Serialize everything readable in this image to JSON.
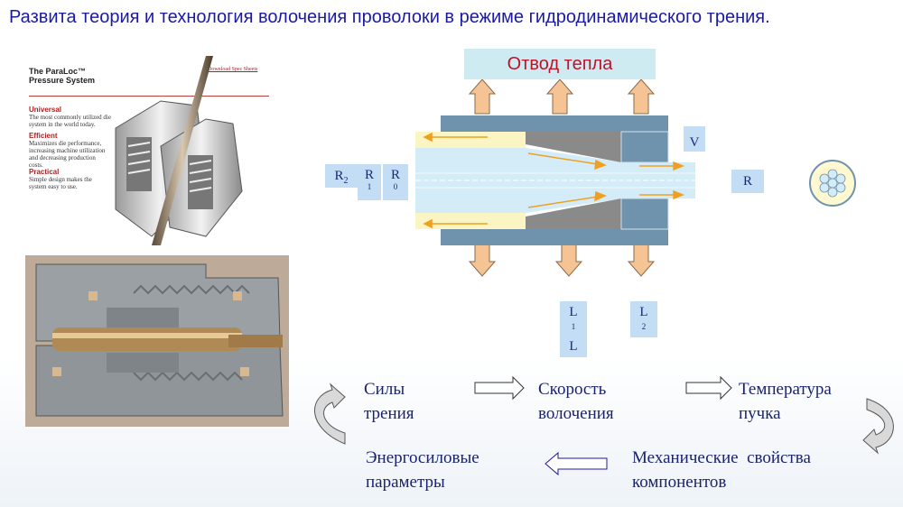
{
  "title": "Развита теория и технология волочения проволоки в режиме гидродинамического трения.",
  "heat_label": "Отвод тепла",
  "brochure": {
    "title_line1": "The ParaLoc™",
    "title_line2": "Pressure System",
    "link": "Download Spec Sheets",
    "sections": [
      {
        "heading": "Universal",
        "text": "The most commonly utilized die system in the world today."
      },
      {
        "heading": "Efficient",
        "text": "Maximizes die performance, increasing machine utilization and decreasing production costs."
      },
      {
        "heading": "Practical",
        "text": "Simple design makes the system easy to use."
      }
    ]
  },
  "labels": {
    "r2_main": "R",
    "r2_sub": "2",
    "r1_main": "R",
    "r1_sub": "1",
    "r0_main": "R",
    "r0_sub": "0",
    "v": "V",
    "r": "R",
    "l1_main": "L",
    "l1_sub": "1",
    "l": "L",
    "l2_main": "L",
    "l2_sub": "2"
  },
  "cycle": {
    "friction_1": "Силы",
    "friction_2": "трения",
    "speed_1": "Скорость",
    "speed_2": "волочения",
    "temp_1": "Температура",
    "temp_2": "пучка",
    "mech_1": "Механические  свойства",
    "mech_2": "компонентов",
    "energy_1": "Энергосиловые",
    "energy_2": "параметры"
  },
  "colors": {
    "title": "#1a1aa6",
    "die_body": "#6f93ad",
    "wire": "#d4ecf8",
    "lubricant": "#fbf5c4",
    "heat_arrow": "#f6c494",
    "flow_arrow": "#f0a020"
  }
}
